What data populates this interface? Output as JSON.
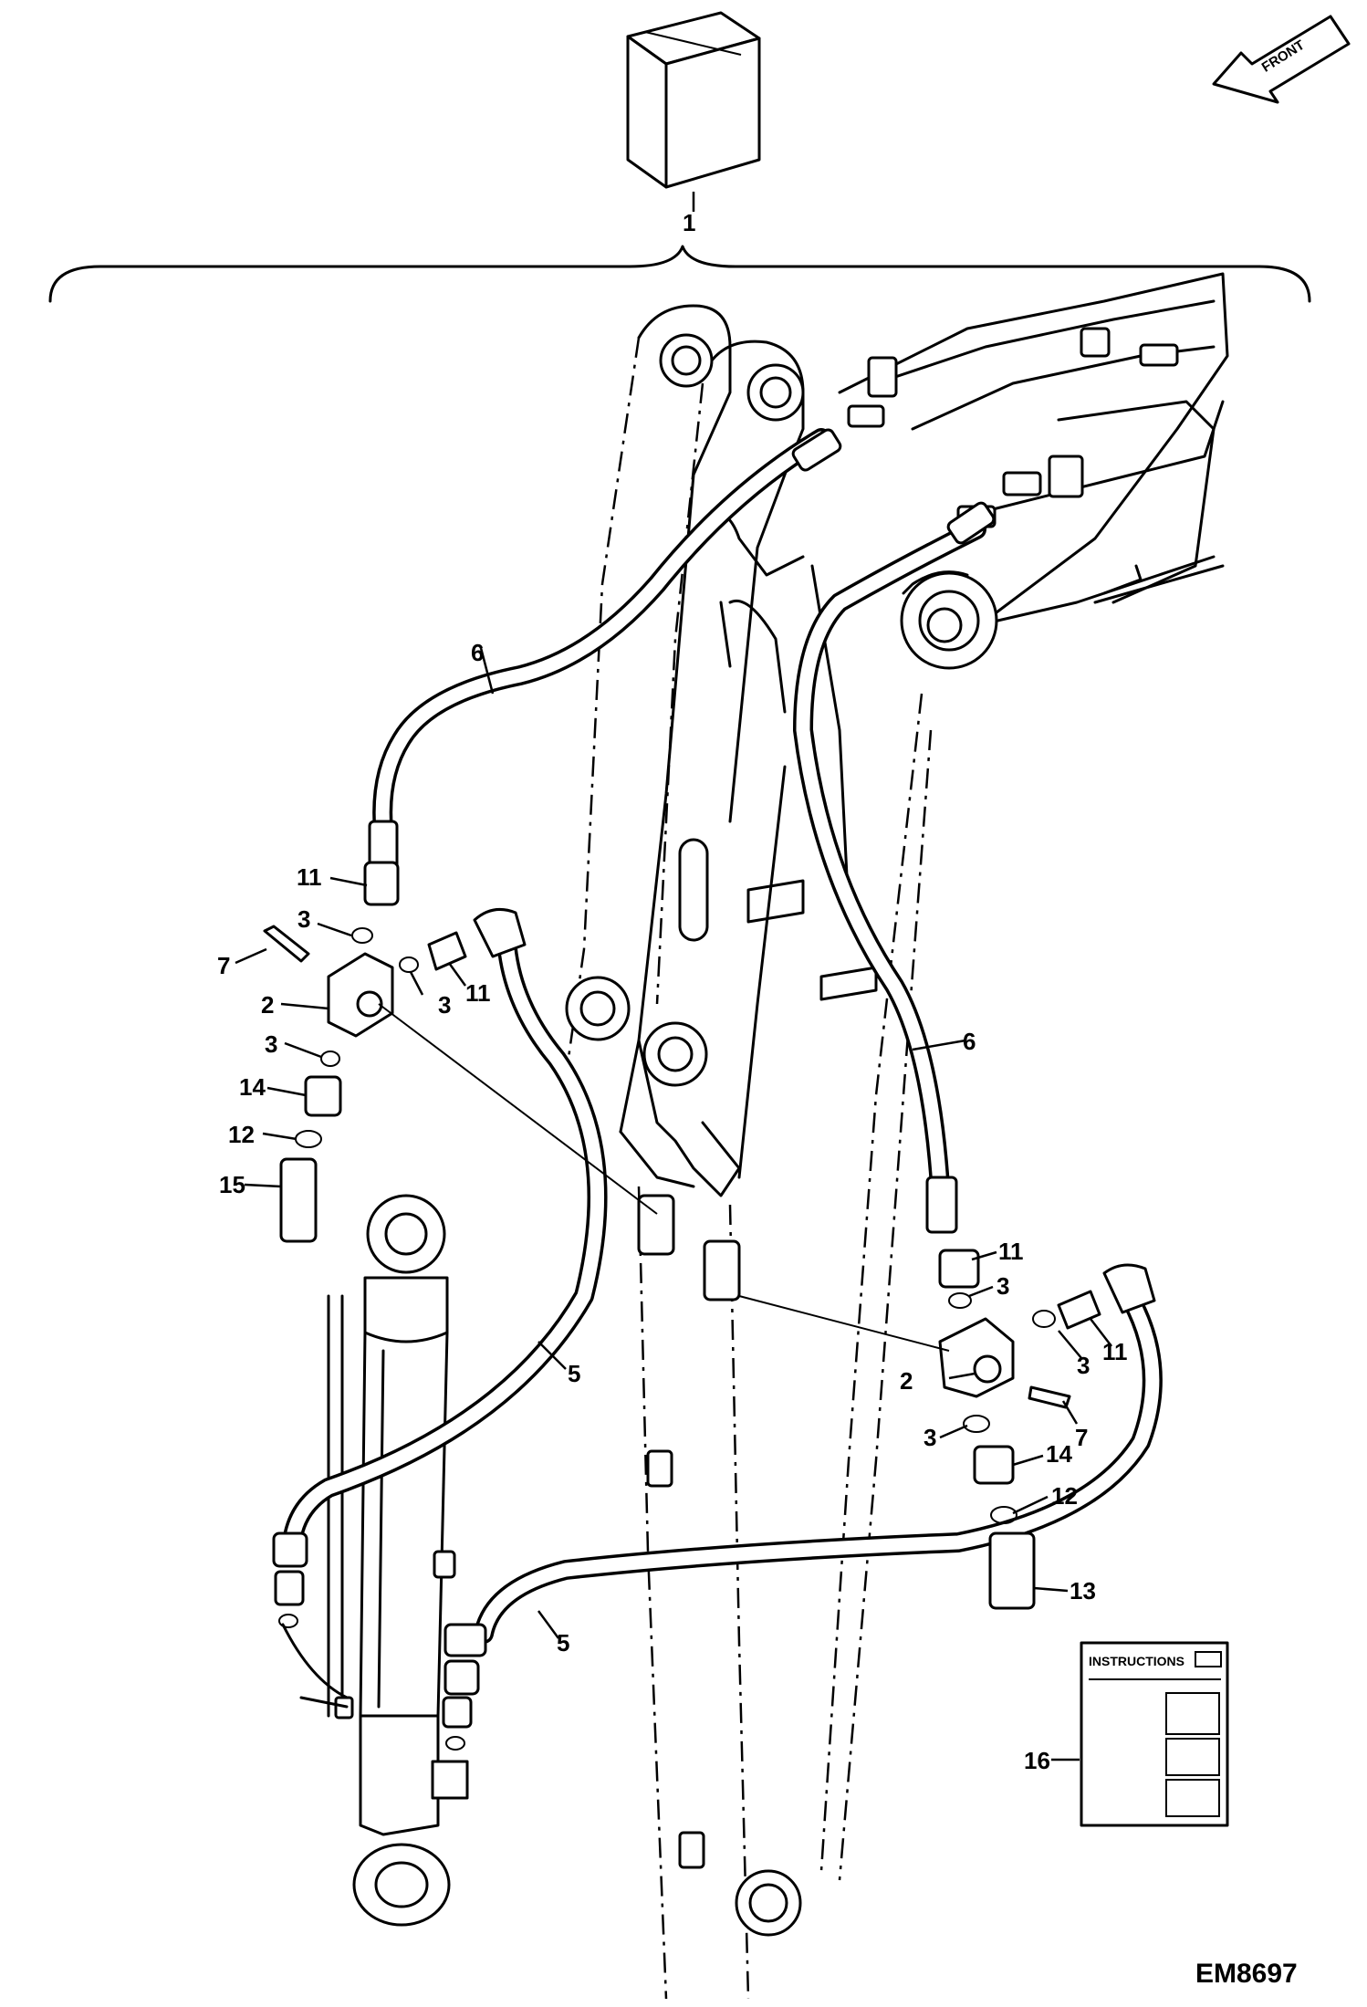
{
  "diagram": {
    "front_badge": "FRONT",
    "kit_callout": "1",
    "figure_id": "EM8697",
    "instructions_label": "INSTRUCTIONS",
    "callouts": [
      {
        "id": "c11a",
        "text": "11"
      },
      {
        "id": "c3a",
        "text": "3"
      },
      {
        "id": "c7a",
        "text": "7"
      },
      {
        "id": "c2a",
        "text": "2"
      },
      {
        "id": "c3b",
        "text": "3"
      },
      {
        "id": "c11b",
        "text": "11"
      },
      {
        "id": "c3c",
        "text": "3"
      },
      {
        "id": "c14a",
        "text": "14"
      },
      {
        "id": "c12a",
        "text": "12"
      },
      {
        "id": "c15",
        "text": "15"
      },
      {
        "id": "c6a",
        "text": "6"
      },
      {
        "id": "c6b",
        "text": "6"
      },
      {
        "id": "c5a",
        "text": "5"
      },
      {
        "id": "c5b",
        "text": "5"
      },
      {
        "id": "c11c",
        "text": "11"
      },
      {
        "id": "c3d",
        "text": "3"
      },
      {
        "id": "c3e",
        "text": "3"
      },
      {
        "id": "c11d",
        "text": "11"
      },
      {
        "id": "c2b",
        "text": "2"
      },
      {
        "id": "c7b",
        "text": "7"
      },
      {
        "id": "c3f",
        "text": "3"
      },
      {
        "id": "c14b",
        "text": "14"
      },
      {
        "id": "c12b",
        "text": "12"
      },
      {
        "id": "c13",
        "text": "13"
      },
      {
        "id": "c16",
        "text": "16"
      }
    ]
  }
}
